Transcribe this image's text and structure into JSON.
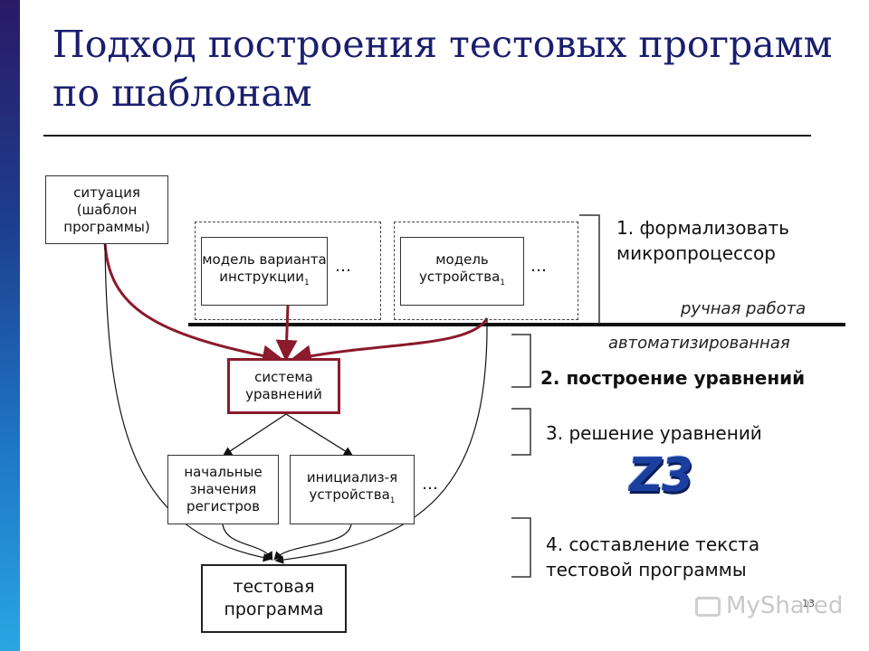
{
  "title": "Подход построения тестовых программ по шаблонам",
  "boxes": {
    "situation": "ситуация (шаблон программы)",
    "instr_model": "модель варианта инструкции",
    "instr_model_sub": "1",
    "device_model": "модель устройства",
    "device_model_sub": "1",
    "equation_system": "система уравнений",
    "initial_values": "начальные значения регистров",
    "device_init": "инициализ-я устройства",
    "device_init_sub": "1",
    "test_program": "тестовая программа"
  },
  "ellipsis": "…",
  "labels": {
    "manual": "ручная работа",
    "automated": "автоматизированная"
  },
  "steps": [
    "1. формализовать микропроцессор",
    "2. построение уравнений",
    "3. решение уравнений",
    "4. составление текста тестовой программы"
  ],
  "logo": "Z3",
  "watermark": "MyShared",
  "page_number": "13",
  "colors": {
    "accent_red": "#8b1a2b",
    "title_blue": "#1a1e6e"
  }
}
